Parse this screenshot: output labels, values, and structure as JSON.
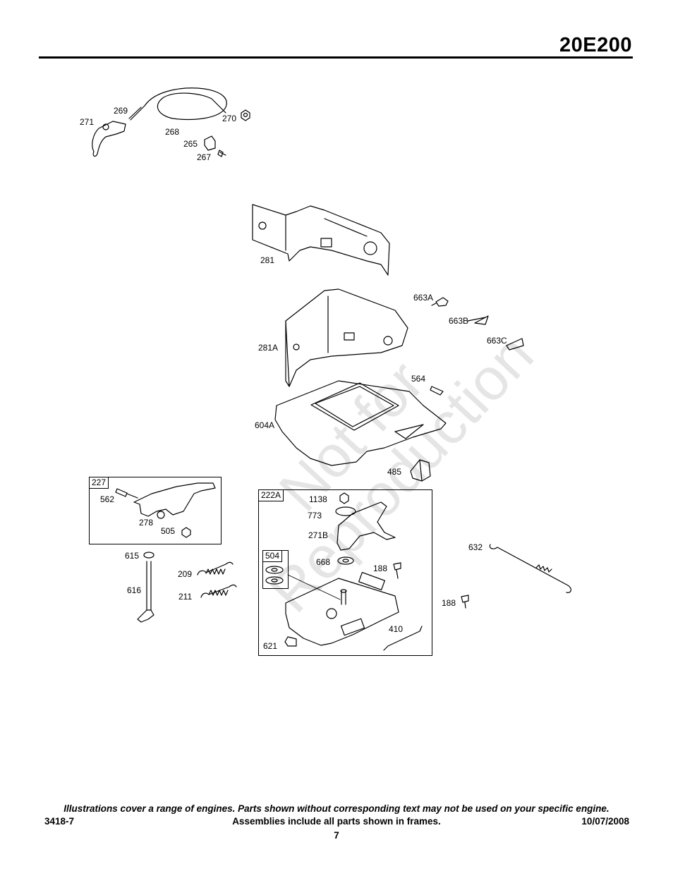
{
  "header": {
    "model": "20E200"
  },
  "watermark": {
    "line1": "Not for",
    "line2": "Reproduction"
  },
  "parts": {
    "p269": "269",
    "p271": "271",
    "p270": "270",
    "p268": "268",
    "p265": "265",
    "p267": "267",
    "p281": "281",
    "p663A": "663A",
    "p663B": "663B",
    "p663C": "663C",
    "p281A": "281A",
    "p564": "564",
    "p604A": "604A",
    "p485": "485",
    "p562": "562",
    "p278": "278",
    "p505": "505",
    "p1138": "1138",
    "p773": "773",
    "p271B": "271B",
    "p668": "668",
    "p188a": "188",
    "p188b": "188",
    "p632": "632",
    "p615": "615",
    "p616": "616",
    "p209": "209",
    "p211": "211",
    "p410": "410",
    "p621": "621"
  },
  "frames": {
    "f227": "227",
    "f222A": "222A",
    "f504": "504"
  },
  "footer": {
    "note": "Illustrations cover a range of engines. Parts shown without corresponding text may not be used on your specific engine.",
    "doc_number": "3418-7",
    "assemblies": "Assemblies include all parts shown in frames.",
    "date": "10/07/2008",
    "page": "7"
  }
}
